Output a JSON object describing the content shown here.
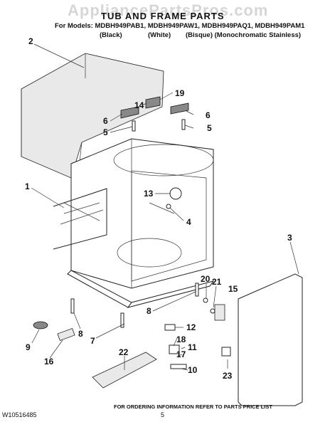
{
  "header": {
    "watermark": "AppliancePartsPros.com",
    "title": "TUB AND FRAME PARTS",
    "models": "For Models: MDBH949PAB1, MDBH949PAW1, MDBH949PAQ1, MDBH949PAM1",
    "colors": [
      "(Black)",
      "(White)",
      "(Bisque) (Monochromatic Stainless)"
    ]
  },
  "callouts": [
    {
      "label": "2"
    },
    {
      "label": "19"
    },
    {
      "label": "14"
    },
    {
      "label": "6"
    },
    {
      "label": "6"
    },
    {
      "label": "5"
    },
    {
      "label": "5"
    },
    {
      "label": "1"
    },
    {
      "label": "13"
    },
    {
      "label": "4"
    },
    {
      "label": "3"
    },
    {
      "label": "20"
    },
    {
      "label": "21"
    },
    {
      "label": "15"
    },
    {
      "label": "8"
    },
    {
      "label": "8"
    },
    {
      "label": "7"
    },
    {
      "label": "9"
    },
    {
      "label": "16"
    },
    {
      "label": "12"
    },
    {
      "label": "18"
    },
    {
      "label": "11"
    },
    {
      "label": "17"
    },
    {
      "label": "22"
    },
    {
      "label": "10"
    },
    {
      "label": "23"
    }
  ],
  "footer": {
    "doc_number": "W10516485",
    "page": "5",
    "note": "FOR ORDERING INFORMATION REFER TO PARTS PRICE LIST"
  }
}
